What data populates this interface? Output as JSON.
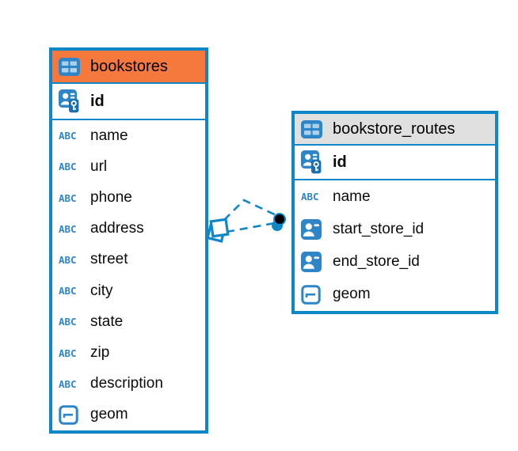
{
  "diagram": {
    "background": "#ffffff",
    "accent_blue": "#0e87c8",
    "icon_blue": "#2e86c8",
    "icon_blue_dark": "#1a6fb0",
    "icon_cell_light": "#a8cfe8"
  },
  "icons": {
    "abc_label": "ABC",
    "table_icon": "table-grid-icon",
    "pk_icon": "user-key-primary-key-icon",
    "fk_icon": "user-id-icon",
    "geom_icon": "geometry-box-icon"
  },
  "tables": [
    {
      "name": "bookstores",
      "title": "bookstores",
      "header_bg": "#f5793d",
      "primary_key": "id",
      "columns": [
        {
          "name": "name",
          "icon": "abc"
        },
        {
          "name": "url",
          "icon": "abc"
        },
        {
          "name": "phone",
          "icon": "abc"
        },
        {
          "name": "address",
          "icon": "abc"
        },
        {
          "name": "street",
          "icon": "abc"
        },
        {
          "name": "city",
          "icon": "abc"
        },
        {
          "name": "state",
          "icon": "abc"
        },
        {
          "name": "zip",
          "icon": "abc"
        },
        {
          "name": "description",
          "icon": "abc"
        },
        {
          "name": "geom",
          "icon": "geom"
        }
      ]
    },
    {
      "name": "bookstore_routes",
      "title": "bookstore_routes",
      "header_bg": "#e0e0e0",
      "primary_key": "id",
      "columns": [
        {
          "name": "name",
          "icon": "abc"
        },
        {
          "name": "start_store_id",
          "icon": "fk"
        },
        {
          "name": "end_store_id",
          "icon": "fk"
        },
        {
          "name": "geom",
          "icon": "geom"
        }
      ]
    }
  ],
  "relationship": {
    "from_table": "bookstores",
    "to_table": "bookstore_routes",
    "line_style": "dashed",
    "line_color": "#0e87c8",
    "line_count": 2,
    "from_marker": "double-square",
    "to_marker": "double-dot"
  }
}
